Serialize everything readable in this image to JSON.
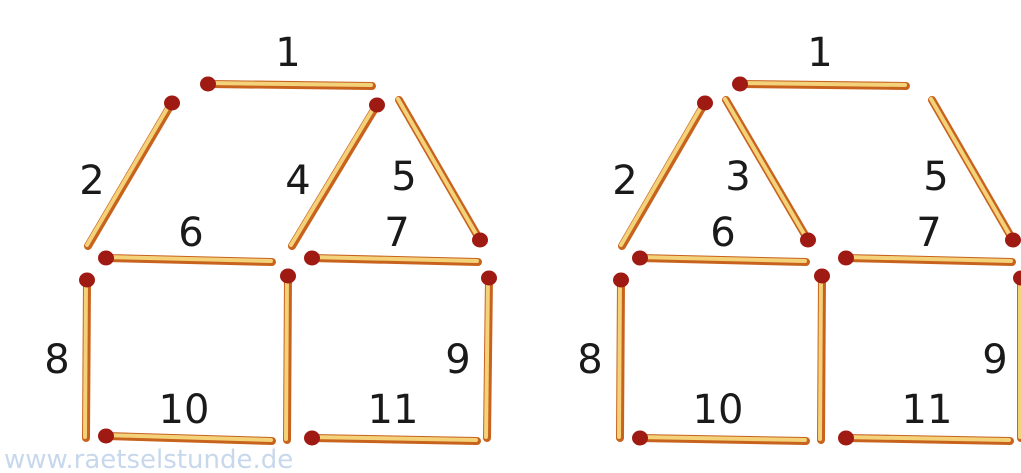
{
  "colors": {
    "stick_body": "#f3d27a",
    "stick_edge": "#c8631e",
    "match_head": "#9e1a12",
    "label": "#1a1a1a",
    "watermark": "#c8d8ec"
  },
  "watermark": "www.raetselstunde.de",
  "figures": [
    {
      "name": "left-house",
      "sticks": [
        "1",
        "2",
        "4",
        "5",
        "6",
        "7",
        "8",
        "9",
        "10",
        "11"
      ],
      "labels": [
        "1",
        "2",
        "4",
        "5",
        "6",
        "7",
        "8",
        "9",
        "10",
        "11"
      ]
    },
    {
      "name": "right-house",
      "sticks": [
        "1",
        "2",
        "3",
        "5",
        "6",
        "7",
        "8",
        "9",
        "10",
        "11"
      ],
      "labels": [
        "1",
        "2",
        "3",
        "5",
        "6",
        "7",
        "8",
        "9",
        "10",
        "11"
      ]
    }
  ]
}
